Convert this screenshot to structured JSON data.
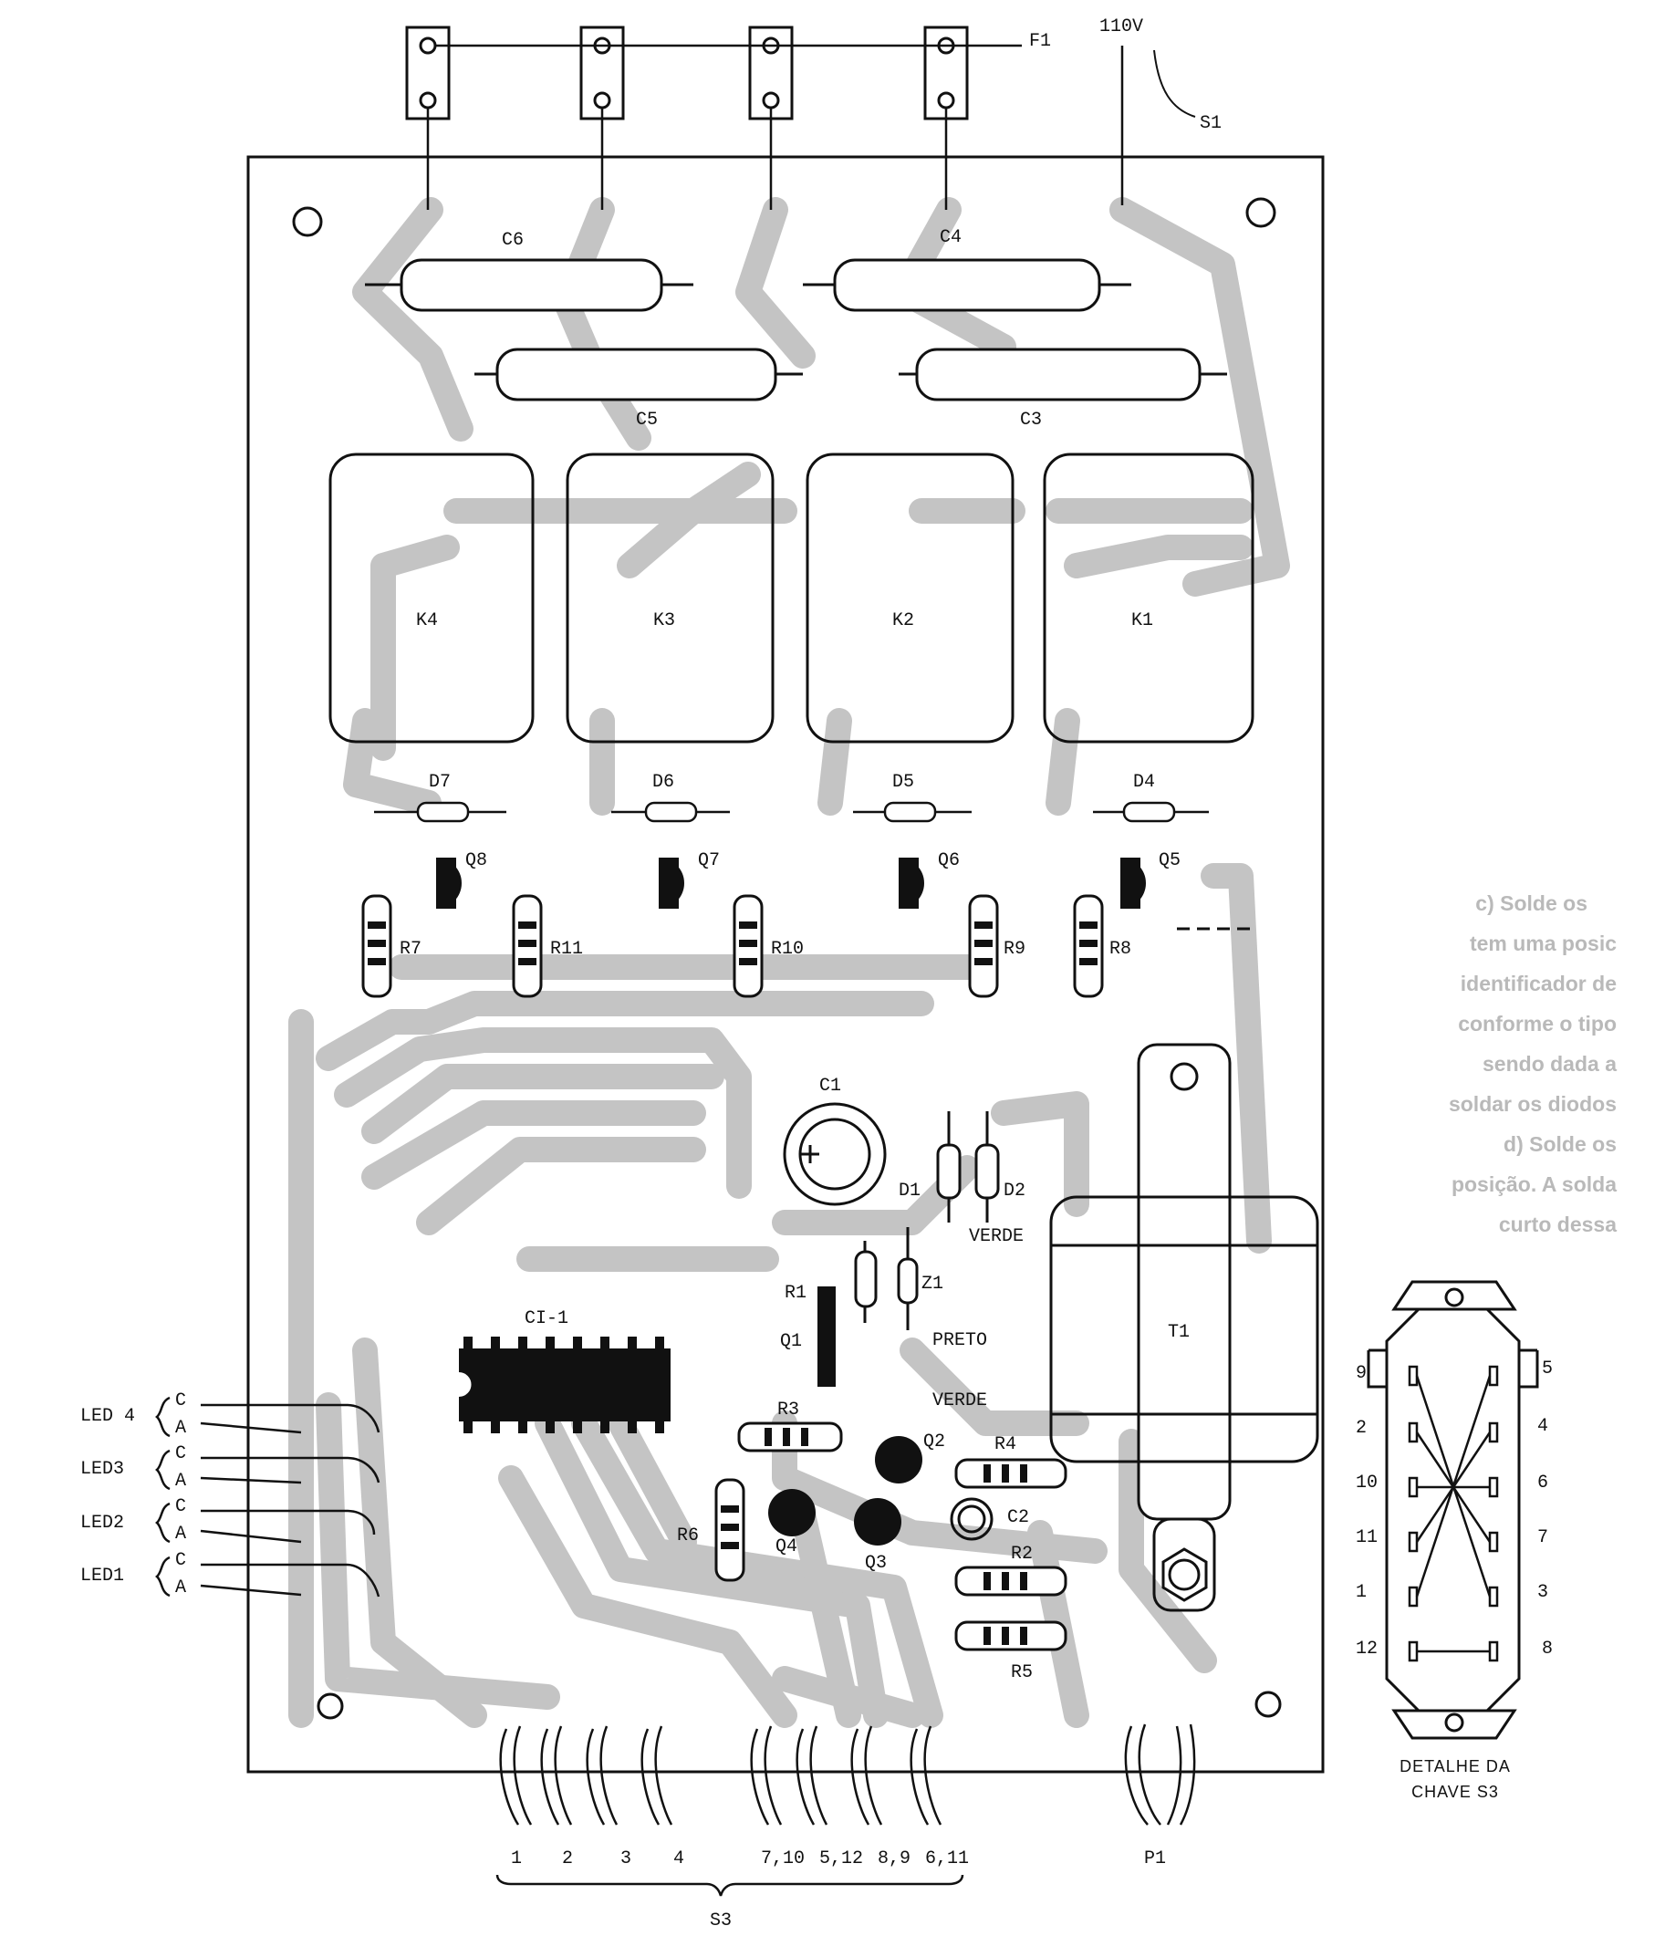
{
  "board": {
    "components": {
      "capacitors": [
        "C6",
        "C5",
        "C4",
        "C3",
        "C1",
        "C2"
      ],
      "relays": [
        "K4",
        "K3",
        "K2",
        "K1"
      ],
      "diodes": [
        "D7",
        "D6",
        "D5",
        "D4",
        "D1",
        "D2",
        "Z1"
      ],
      "transistors": [
        "Q8",
        "Q7",
        "Q6",
        "Q5",
        "Q1",
        "Q2",
        "Q3",
        "Q4"
      ],
      "resistors": [
        "R7",
        "R11",
        "R10",
        "R9",
        "R8",
        "R1",
        "R3",
        "R4",
        "R6",
        "R2",
        "R5"
      ],
      "ic": "CI-1",
      "transformer": "T1"
    },
    "top_labels": {
      "fuse": "F1",
      "voltage": "110V",
      "switch": "S1"
    },
    "wire_colors": [
      "VERDE",
      "PRETO",
      "VERDE"
    ],
    "leds": [
      {
        "name": "LED 4",
        "c": "C",
        "a": "A"
      },
      {
        "name": "LED3",
        "c": "C",
        "a": "A"
      },
      {
        "name": "LED2",
        "c": "C",
        "a": "A"
      },
      {
        "name": "LED1",
        "c": "C",
        "a": "A"
      }
    ],
    "bottom_pads": [
      "1",
      "2",
      "3",
      "4",
      "7,10",
      "5,12",
      "8,9",
      "6,11"
    ],
    "bottom_group": "S3",
    "pot": "P1"
  },
  "switch_detail": {
    "left_pins": [
      "9",
      "2",
      "10",
      "11",
      "1",
      "12"
    ],
    "right_pins": [
      "5",
      "4",
      "6",
      "7",
      "3",
      "8"
    ],
    "caption_line1": "DETALHE DA",
    "caption_line2": "CHAVE S3"
  },
  "bleed_text": [
    "c) Solde os",
    "tem uma posic",
    "identificador de",
    "conforme o tipo",
    "sendo dada a",
    "soldar os diodos",
    "d) Solde os",
    "posição. A solda",
    "curto dessa"
  ]
}
